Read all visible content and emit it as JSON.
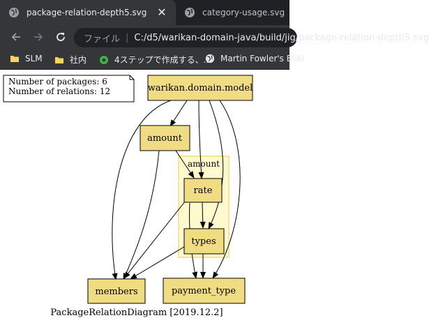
{
  "tabs": [
    {
      "title": "package-relation-depth5.svg",
      "active": true,
      "close": "✕"
    },
    {
      "title": "category-usage.svg",
      "active": false
    }
  ],
  "omnibox": {
    "scheme_label": "ファイル",
    "url": "C:/d5/warikan-domain-java/build/jig/package-relation-depth5.svg"
  },
  "bookmarks": [
    {
      "label": "SLM",
      "icon": "folder-icon"
    },
    {
      "label": "社内",
      "icon": "folder-icon"
    },
    {
      "label": "4ステップで作成する、...",
      "icon": "green-circle-icon"
    },
    {
      "label": "Martin Fowler's Bliki",
      "icon": "globe-icon"
    }
  ],
  "diagram": {
    "summary": [
      "Number of packages: 6",
      "Number of relations: 12"
    ],
    "nodes": {
      "model": "warikan.domain.model",
      "amount": "amount",
      "cluster_amount": "amount",
      "rate": "rate",
      "types": "types",
      "members": "members",
      "payment_type": "payment_type"
    },
    "caption": "PackageRelationDiagram [2019.12.2]",
    "colors": {
      "node_fill": "#f0dc82",
      "cluster_fill": "#fffacd",
      "cluster_stroke": "#f0dc82"
    }
  }
}
